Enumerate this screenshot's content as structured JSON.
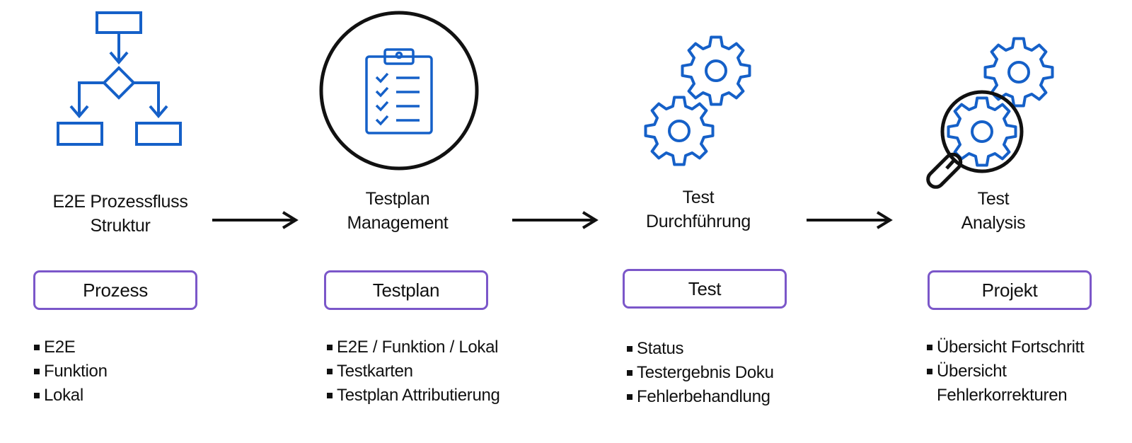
{
  "stages": [
    {
      "icon": "flowchart-icon",
      "title_lines": [
        "E2E Prozessfluss",
        "Struktur"
      ],
      "pill": "Prozess",
      "bullets": [
        "E2E",
        "Funktion",
        "Lokal"
      ]
    },
    {
      "icon": "clipboard-checklist-icon",
      "title_lines": [
        "Testplan",
        "Management"
      ],
      "pill": "Testplan",
      "bullets": [
        "E2E / Funktion / Lokal",
        "Testkarten",
        "Testplan Attributierung"
      ]
    },
    {
      "icon": "gears-icon",
      "title_lines": [
        "Test",
        "Durchführung"
      ],
      "pill": "Test",
      "bullets": [
        "Status",
        "Testergebnis Doku",
        "Fehlerbehandlung"
      ]
    },
    {
      "icon": "magnifier-gear-icon",
      "title_lines": [
        "Test",
        "Analysis"
      ],
      "pill": "Projekt",
      "bullets": [
        "Übersicht Fortschritt",
        "Übersicht",
        "Fehlerkorrekturen"
      ]
    }
  ],
  "colors": {
    "icon_blue": "#1560c8",
    "pill_border": "#7b57c9",
    "text": "#111111"
  }
}
